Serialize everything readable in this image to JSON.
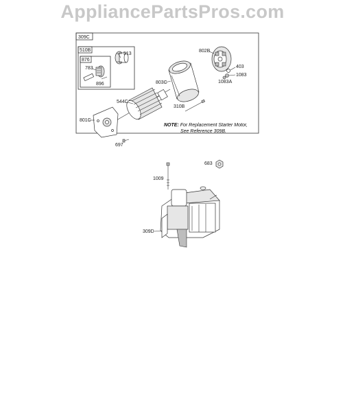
{
  "watermark": "AppliancePartsPros.com",
  "assembly_box": {
    "label": "309C",
    "sub_box_outer": "510B",
    "sub_box_inner": "876"
  },
  "parts": {
    "p513": "513",
    "p783": "783",
    "p896": "896",
    "p802B": "802B",
    "p403": "403",
    "p1083": "1083",
    "p1083A": "1083A",
    "p803C": "803C",
    "p544C": "544C",
    "p310B": "310B",
    "p801C": "801C",
    "p697": "697",
    "p683": "683",
    "p1009": "1009",
    "p309D": "309D"
  },
  "note": {
    "prefix": "NOTE:",
    "line1_rest": " For Replacement Starter Motor,",
    "line2": "See Reference 309B."
  }
}
